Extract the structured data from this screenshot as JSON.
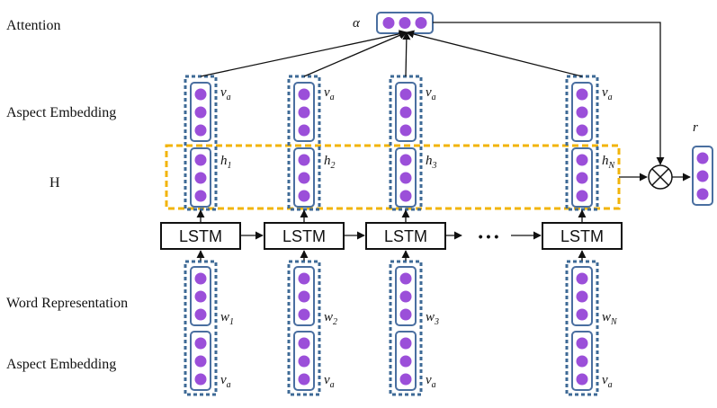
{
  "rows": {
    "attention": "Attention",
    "aspect_top": "Aspect Embedding",
    "hidden": "H",
    "word": "Word Representation",
    "aspect_bottom": "Aspect Embedding"
  },
  "symbols": {
    "alpha": "α",
    "r": "r",
    "va": "v",
    "va_sub": "a",
    "ellipsis": "• • •"
  },
  "lstm_label": "LSTM",
  "columns": [
    {
      "h": "h",
      "h_sub": "1",
      "w": "w",
      "w_sub": "1"
    },
    {
      "h": "h",
      "h_sub": "2",
      "w": "w",
      "w_sub": "2"
    },
    {
      "h": "h",
      "h_sub": "3",
      "w": "w",
      "w_sub": "3"
    },
    {
      "h": "h",
      "h_sub": "N",
      "w": "w",
      "w_sub": "N"
    }
  ],
  "colors": {
    "dot": "#9b4fd9",
    "vector_border": "#4a6fa0",
    "dashed_group": "#3e6a96",
    "hidden_highlight": "#f2b40a",
    "line": "#111111"
  },
  "icons": {
    "combine": "circled-times-icon"
  }
}
